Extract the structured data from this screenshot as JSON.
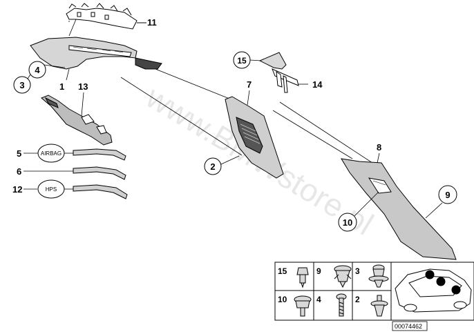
{
  "watermark": "www.BMWstore.pl",
  "part_labels": {
    "p1": "1",
    "p2": "2",
    "p3": "3",
    "p4": "4",
    "p5": "5",
    "p6": "6",
    "p7": "7",
    "p8": "8",
    "p9": "9",
    "p10": "10",
    "p11": "11",
    "p12": "12",
    "p13": "13",
    "p14": "14",
    "p15": "15"
  },
  "badges": {
    "airbag": "AIRBAG",
    "hps": "HPS"
  },
  "legend_grid": {
    "cells": [
      "15",
      "9",
      "3",
      "10",
      "4",
      "2"
    ]
  },
  "diagram_code": "00074462"
}
